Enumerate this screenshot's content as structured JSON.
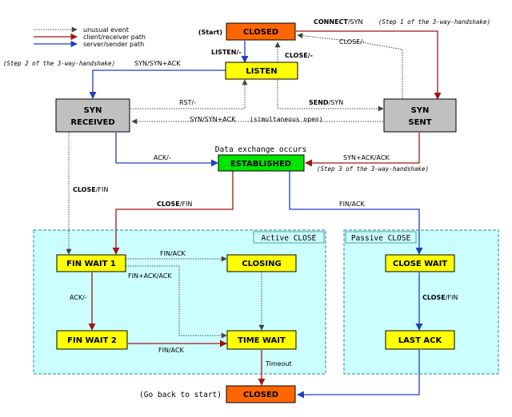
{
  "colors": {
    "unusual": "#444444",
    "client": "#a31515",
    "server": "#1f3fbf",
    "state_yellow": "#ffff00",
    "state_orange": "#ff6600",
    "state_gray": "#c0c0c0",
    "state_green": "#00e600",
    "region_fill": "#ccffff",
    "region_border": "#2e8b8b"
  },
  "legend": {
    "unusual": "unusual event",
    "client": "client/receiver path",
    "server": "server/sender path"
  },
  "states": {
    "closed_top": "CLOSED",
    "listen": "LISTEN",
    "syn_received": "SYN\nRECEIVED",
    "syn_sent": "SYN\nSENT",
    "established": "ESTABLISHED",
    "fin_wait_1": "FIN WAIT 1",
    "fin_wait_2": "FIN WAIT 2",
    "closing": "CLOSING",
    "time_wait": "TIME WAIT",
    "close_wait": "CLOSE WAIT",
    "last_ack": "LAST ACK",
    "closed_bottom": "CLOSED"
  },
  "regions": {
    "active": "Active CLOSE",
    "passive": "Passive CLOSE"
  },
  "notes": {
    "start": "(Start)",
    "data_exchange": "Data exchange occurs",
    "go_back": "(Go back to start)",
    "step1": "(Step 1 of the 3-way-handshake)",
    "step2": "(Step 2 of the 3-way-handshake)",
    "step3": "(Step 3 of the 3-way-handshake)",
    "simultaneous": "(simultaneous open)"
  },
  "transitions": {
    "connect_bold": "CONNECT",
    "connect_rest": "/SYN",
    "close_top_right": "CLOSE/-",
    "listen_bold": "LISTEN/-",
    "close_center_bold": "CLOSE/-",
    "syn_synack": "SYN/SYN+ACK",
    "rst": "RST/-",
    "send_bold": "SEND",
    "send_rest": "/SYN",
    "syn_synack_sim": "SYN/SYN+ACK",
    "ack_dash": "ACK/-",
    "synack_ack": "SYN+ACK/ACK",
    "close_fin_left_bold": "CLOSE",
    "close_fin_left_rest": "/FIN",
    "close_fin_mid_bold": "CLOSE",
    "close_fin_mid_rest": "/FIN",
    "fin_ack_est": "FIN/ACK",
    "fin_ack_closing": "FIN/ACK",
    "finack_ack": "FIN+ACK/ACK",
    "ack_dash_fw": "ACK/-",
    "fin_ack_fw2": "FIN/ACK",
    "timeout": "Timeout",
    "close_fin_right_bold": "CLOSE",
    "close_fin_right_rest": "/FIN"
  }
}
